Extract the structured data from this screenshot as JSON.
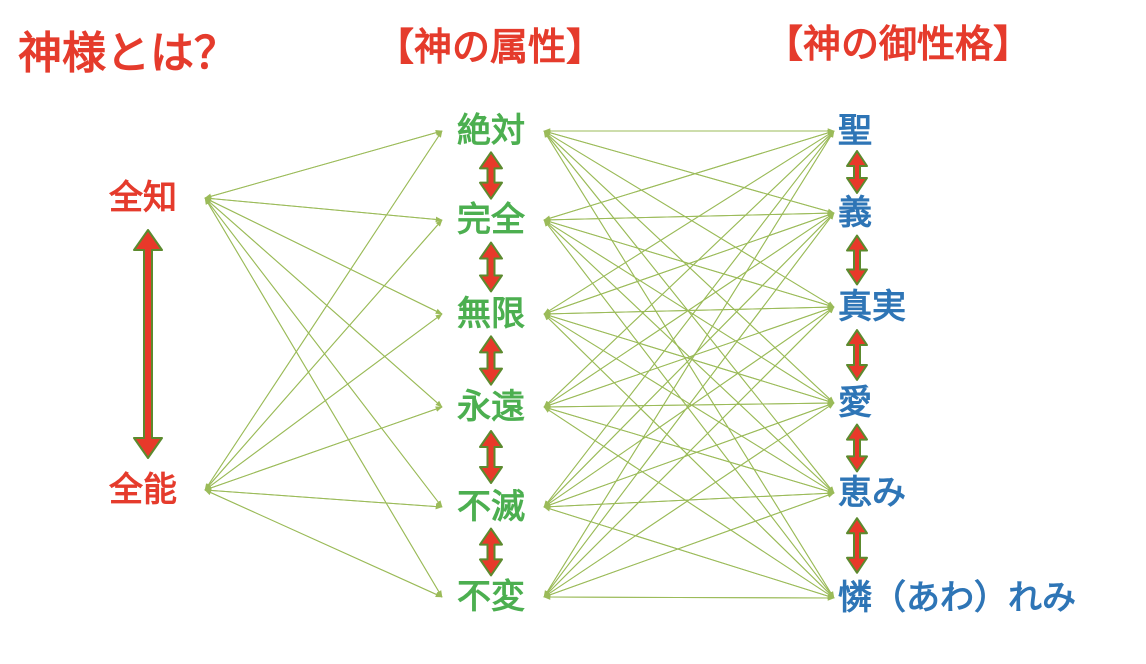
{
  "title": "神様とは？",
  "colors": {
    "red": "#e53b2c",
    "green": "#4caf50",
    "blue": "#2e75b6",
    "edge": "#9bbb59",
    "arrow_fill": "#e8392a",
    "arrow_stroke": "#5c8a2e"
  },
  "columns": [
    {
      "id": "omni",
      "header": "",
      "items": [
        "全知",
        "全能"
      ]
    },
    {
      "id": "attributes",
      "header": "【神の属性】",
      "items": [
        "絶対",
        "完全",
        "無限",
        "永遠",
        "不滅",
        "不変"
      ]
    },
    {
      "id": "character",
      "header": "【神の御性格】",
      "items": [
        "聖",
        "義",
        "真実",
        "愛",
        "恵み",
        "憐（あわ）れみ"
      ]
    }
  ],
  "connections": [
    {
      "from": "omni",
      "to": "attributes",
      "pattern": "all-to-all"
    },
    {
      "from": "attributes",
      "to": "character",
      "pattern": "all-to-all"
    }
  ]
}
